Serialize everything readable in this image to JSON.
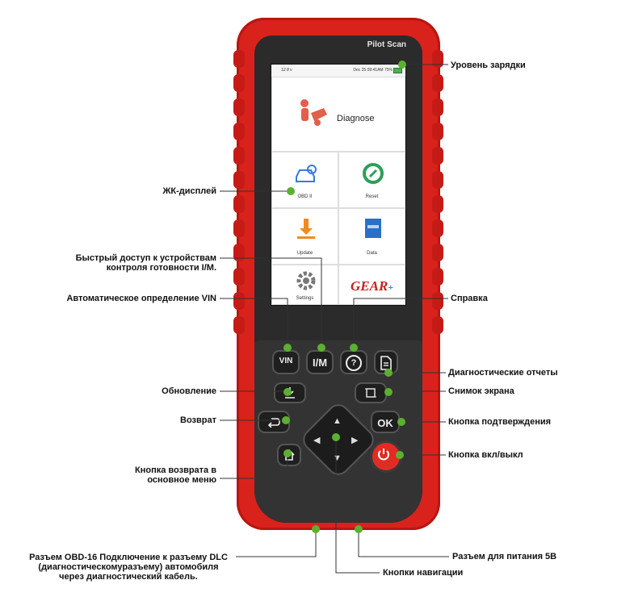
{
  "device": {
    "brand": "Pilot Scan",
    "status_voltage": "12.8 v",
    "status_time": "Dec 25 09:41AM",
    "status_battery": "75%",
    "tiles": {
      "diagnose": "Diagnose",
      "obd2": "OBD II",
      "reset": "Reset",
      "update": "Update",
      "data": "Data",
      "settings": "Settings",
      "gear": "GEAR+",
      "gear_main": "GEAR",
      "gear_plus": "+"
    },
    "buttons": {
      "vin": "VIN",
      "im": "I/M",
      "help": "?",
      "ok": "OK"
    }
  },
  "annotations": {
    "battery_level": "Уровень зарядки",
    "lcd": "ЖК-дисплей",
    "im_quick_line1": "Быстрый доступ к устройствам",
    "im_quick_line2": "контроля готовности I/M.",
    "vin_auto": "Автоматическое определение VIN",
    "help": "Справка",
    "diag_reports": "Диагностические отчеты",
    "update": "Обновление",
    "screenshot": "Снимок экрана",
    "back": "Возврат",
    "confirm": "Кнопка подтверждения",
    "power": "Кнопка вкл/выкл",
    "home_line1": "Кнопка возврата в",
    "home_line2": "основное меню",
    "obd_line1": "Разъем OBD-16 Подключение к разъему DLC",
    "obd_line2": "(диагностическомуразъему) автомобиля",
    "obd_line3": "через диагностический кабель.",
    "power_port": "Разъем для питания 5В",
    "nav_buttons": "Кнопки навигации"
  },
  "colors": {
    "shell": "#d9221c",
    "face": "#2b2b2b",
    "marker": "#5cb030",
    "power_button": "#e12b23"
  }
}
